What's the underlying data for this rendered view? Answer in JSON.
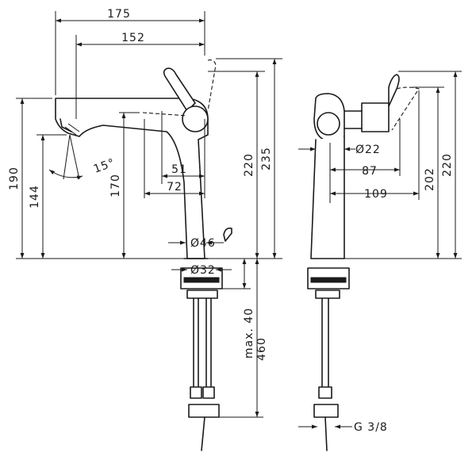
{
  "dimensions": {
    "width_overall": "175",
    "width_spout": "152",
    "height_total": "190",
    "height_spout": "144",
    "height_outlet": "170",
    "angle": "15°",
    "lever_51": "51",
    "lever_72": "72",
    "height_220_left": "220",
    "height_235": "235",
    "dia_46": "Ø46",
    "dia_32": "Ø32",
    "max_40": "max. 40",
    "length_460": "460",
    "dia_22": "Ø22",
    "side_87": "87",
    "side_109": "109",
    "height_202": "202",
    "height_220_right": "220",
    "thread": "G 3/8"
  }
}
